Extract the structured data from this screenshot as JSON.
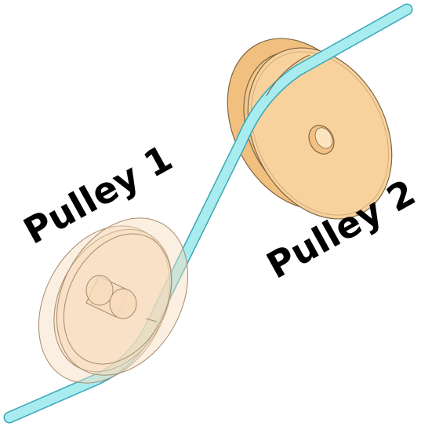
{
  "labels": {
    "pulley_1": "Pulley 1",
    "pulley_2": "Pulley 2"
  },
  "colors": {
    "rope_fill": "#a8ecef",
    "rope_edge": "#3aa6b8",
    "pulley_2_face": "#f8d29c",
    "pulley_2_rim": "#f1c07e",
    "pulley_2_edge": "#7f6544",
    "pulley_1_fill": "#f7dcbd",
    "pulley_1_edge": "#a68a6d",
    "label_text": "#000000"
  },
  "pulley_1": {
    "appearance": "translucent"
  },
  "pulley_2": {
    "appearance": "solid"
  }
}
